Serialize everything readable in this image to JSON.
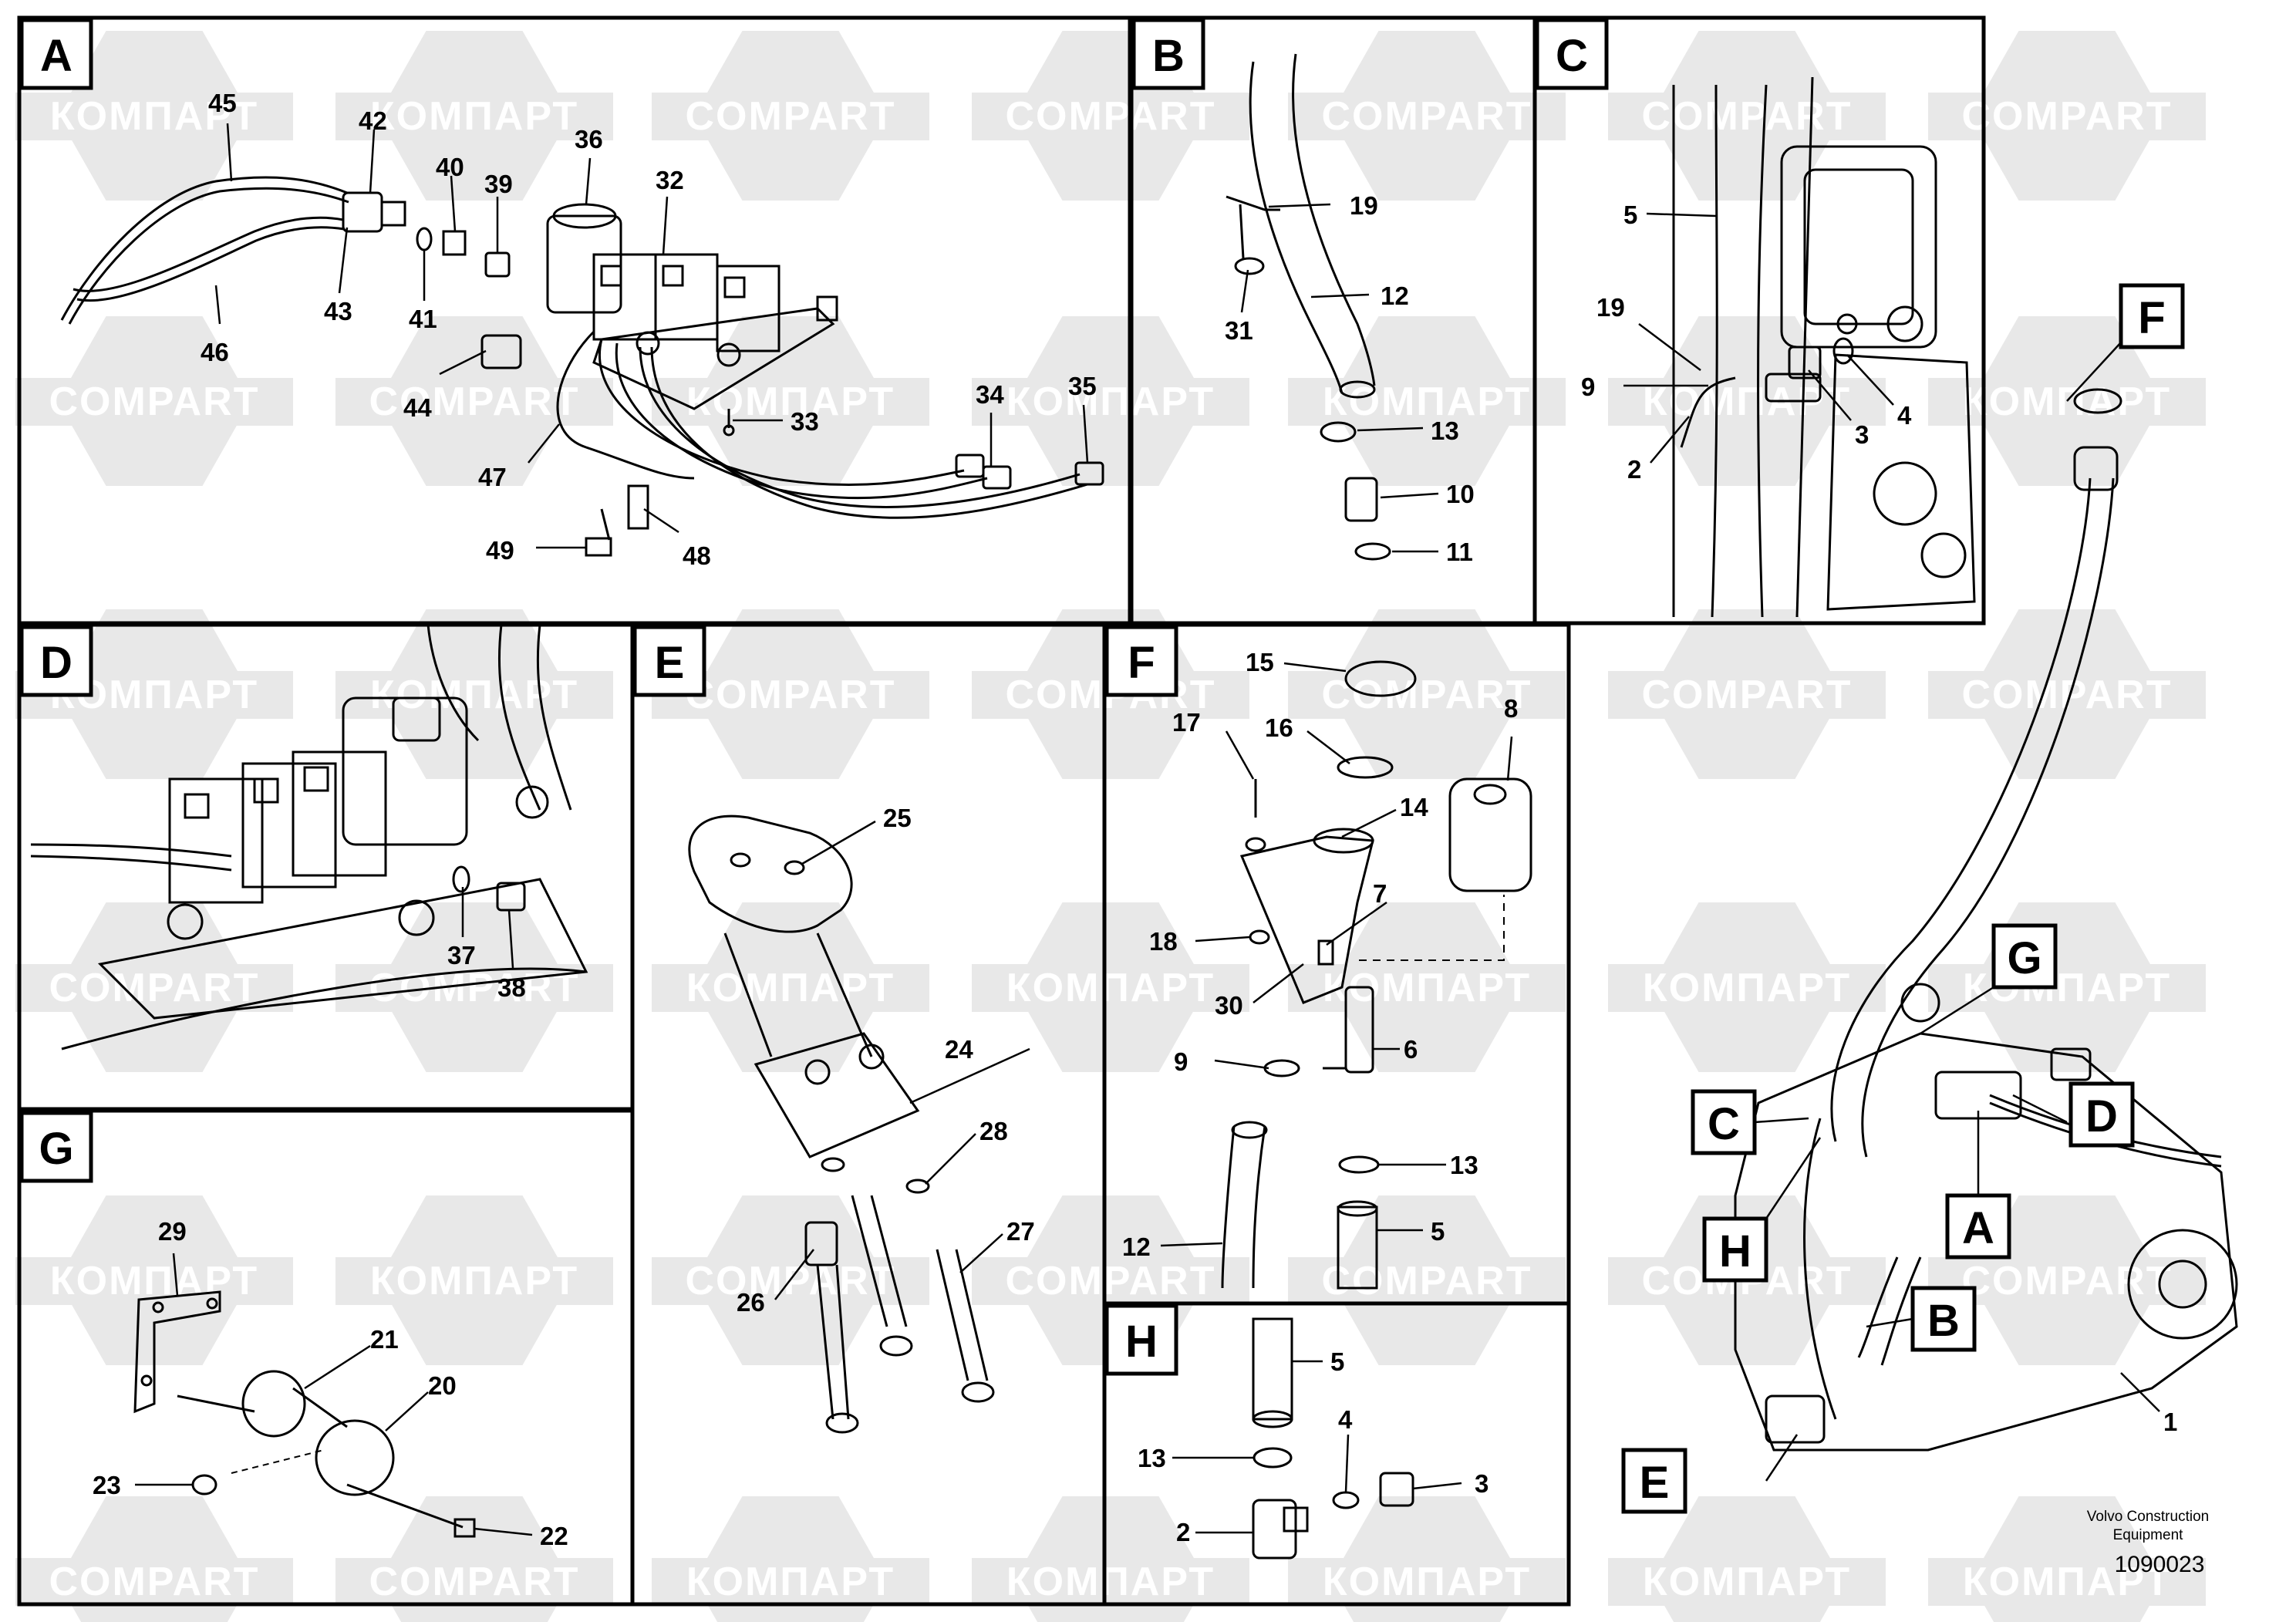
{
  "panels": {
    "A": {
      "letter": "A",
      "callouts": [
        "45",
        "42",
        "40",
        "39",
        "36",
        "32",
        "43",
        "41",
        "46",
        "44",
        "47",
        "33",
        "34",
        "35",
        "49",
        "48"
      ]
    },
    "B": {
      "letter": "B",
      "callouts": [
        "19",
        "12",
        "31",
        "13",
        "10",
        "11"
      ]
    },
    "C": {
      "letter": "C",
      "callouts": [
        "5",
        "19",
        "9",
        "2",
        "3",
        "4"
      ]
    },
    "D": {
      "letter": "D",
      "callouts": [
        "37",
        "38"
      ]
    },
    "E": {
      "letter": "E",
      "callouts": [
        "25",
        "24",
        "28",
        "27",
        "26"
      ]
    },
    "F": {
      "letter": "F",
      "callouts": [
        "15",
        "17",
        "16",
        "8",
        "14",
        "18",
        "7",
        "30",
        "9",
        "6",
        "13",
        "12",
        "5"
      ]
    },
    "G": {
      "letter": "G",
      "callouts": [
        "29",
        "21",
        "20",
        "23",
        "22"
      ]
    },
    "H": {
      "letter": "H",
      "callouts": [
        "5",
        "4",
        "13",
        "3",
        "2"
      ]
    }
  },
  "overview": {
    "labels": [
      "F",
      "G",
      "C",
      "D",
      "H",
      "A",
      "B",
      "E"
    ],
    "callouts": [
      "1"
    ]
  },
  "watermark": {
    "latin": "COMPART",
    "cyrillic": "КОМПАРТ"
  },
  "credit": {
    "line1": "Volvo Construction",
    "line2": "Equipment"
  },
  "doc_number": "1090023",
  "colors": {
    "watermark_fill": "#e8e8e8",
    "line": "#000000",
    "background": "#ffffff"
  }
}
